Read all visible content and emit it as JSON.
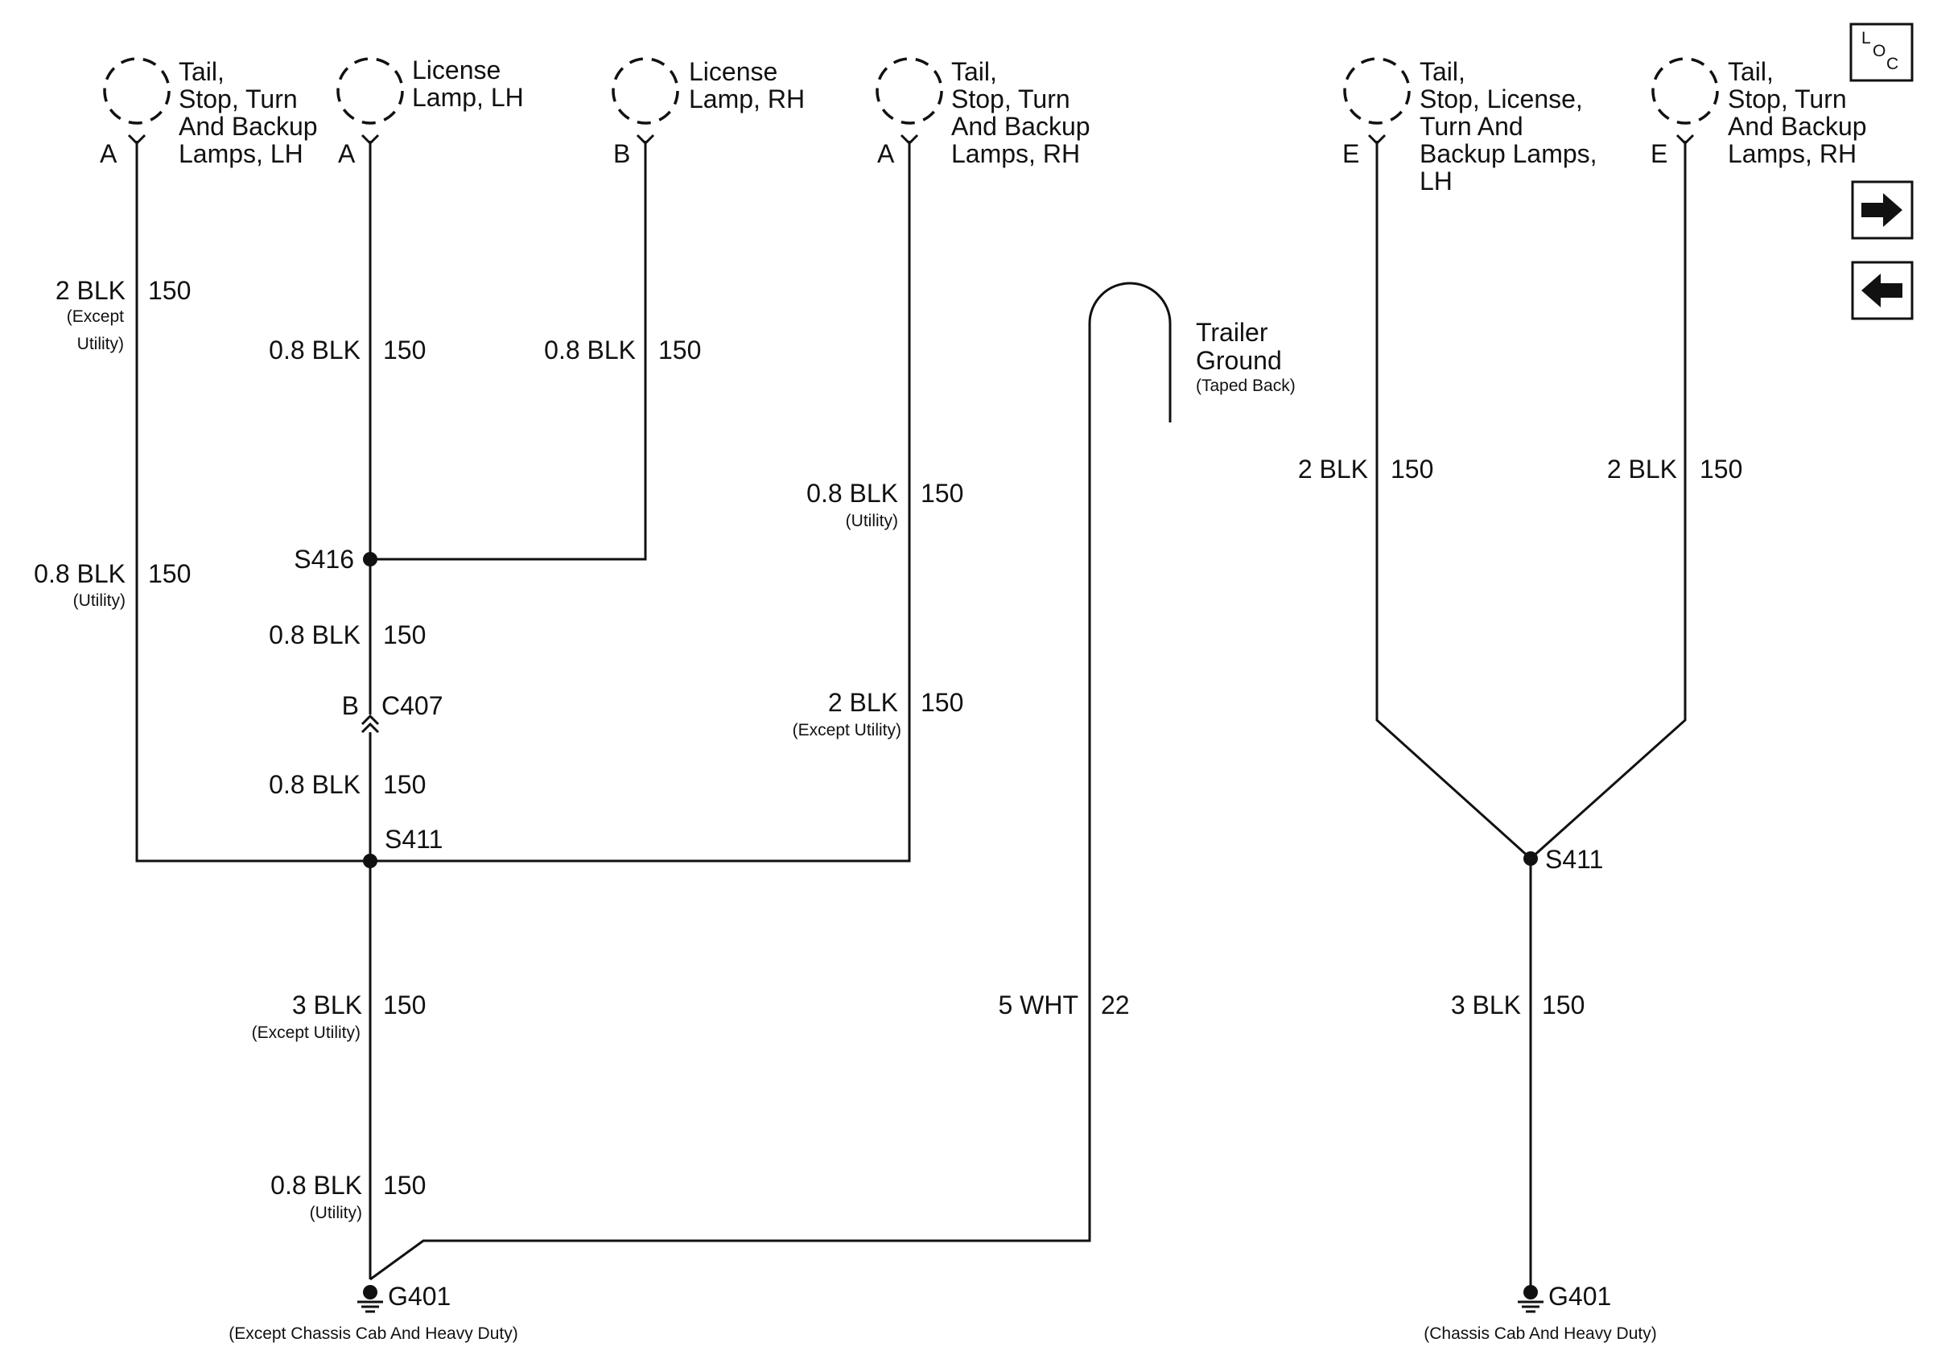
{
  "colors": {
    "ink": "#111111",
    "background": "#ffffff"
  },
  "lamps": [
    {
      "lines": [
        "Tail,",
        "Stop, Turn",
        "And Backup",
        "Lamps, LH"
      ],
      "pin": "A"
    },
    {
      "lines": [
        "License",
        "Lamp, LH"
      ],
      "pin": "A"
    },
    {
      "lines": [
        "License",
        "Lamp, RH"
      ],
      "pin": "B"
    },
    {
      "lines": [
        "Tail,",
        "Stop, Turn",
        "And Backup",
        "Lamps, RH"
      ],
      "pin": "A"
    },
    {
      "lines": [
        "Tail,",
        "Stop, License,",
        "Turn And",
        "Backup Lamps,",
        "LH"
      ],
      "pin": "E"
    },
    {
      "lines": [
        "Tail,",
        "Stop, Turn",
        "And Backup",
        "Lamps, RH"
      ],
      "pin": "E"
    }
  ],
  "wires": {
    "w1": {
      "size_color": "2 BLK",
      "circuit": "150",
      "note": [
        "(Except",
        "Utility)"
      ]
    },
    "w2": {
      "size_color": "0.8 BLK",
      "circuit": "150",
      "note": [
        "(Utility)"
      ]
    },
    "w3": {
      "size_color": "0.8 BLK",
      "circuit": "150",
      "note": []
    },
    "w4": {
      "size_color": "0.8 BLK",
      "circuit": "150",
      "note": []
    },
    "w5": {
      "size_color": "0.8 BLK",
      "circuit": "150",
      "note": []
    },
    "w6": {
      "size_color": "0.8 BLK",
      "circuit": "150",
      "note": []
    },
    "w7": {
      "size_color": "0.8 BLK",
      "circuit": "150",
      "note": [
        "(Utility)"
      ]
    },
    "w8": {
      "size_color": "2 BLK",
      "circuit": "150",
      "note": [
        "(Except Utility)"
      ]
    },
    "w9": {
      "size_color": "3 BLK",
      "circuit": "150",
      "note": [
        "(Except Utility)"
      ]
    },
    "w10": {
      "size_color": "0.8 BLK",
      "circuit": "150",
      "note": [
        "(Utility)"
      ]
    },
    "w11": {
      "size_color": "5 WHT",
      "circuit": "22",
      "note": []
    },
    "w12": {
      "size_color": "2 BLK",
      "circuit": "150",
      "note": []
    },
    "w13": {
      "size_color": "2 BLK",
      "circuit": "150",
      "note": []
    },
    "w14": {
      "size_color": "3 BLK",
      "circuit": "150",
      "note": []
    }
  },
  "splices": {
    "s416": "S416",
    "s411_left": "S411",
    "s411_right": "S411"
  },
  "connector": {
    "pin": "B",
    "name": "C407"
  },
  "trailer_ground": {
    "title": [
      "Trailer",
      "Ground"
    ],
    "note": "(Taped Back)"
  },
  "grounds": {
    "left": {
      "name": "G401",
      "note": "(Except Chassis Cab And Heavy Duty)"
    },
    "right": {
      "name": "G401",
      "note": "(Chassis Cab And Heavy Duty)"
    }
  },
  "nav": {
    "loc_icon": "loc-icon",
    "next_icon": "arrow-right-icon",
    "prev_icon": "arrow-left-icon",
    "loc_letters": [
      "L",
      "O",
      "C"
    ]
  }
}
